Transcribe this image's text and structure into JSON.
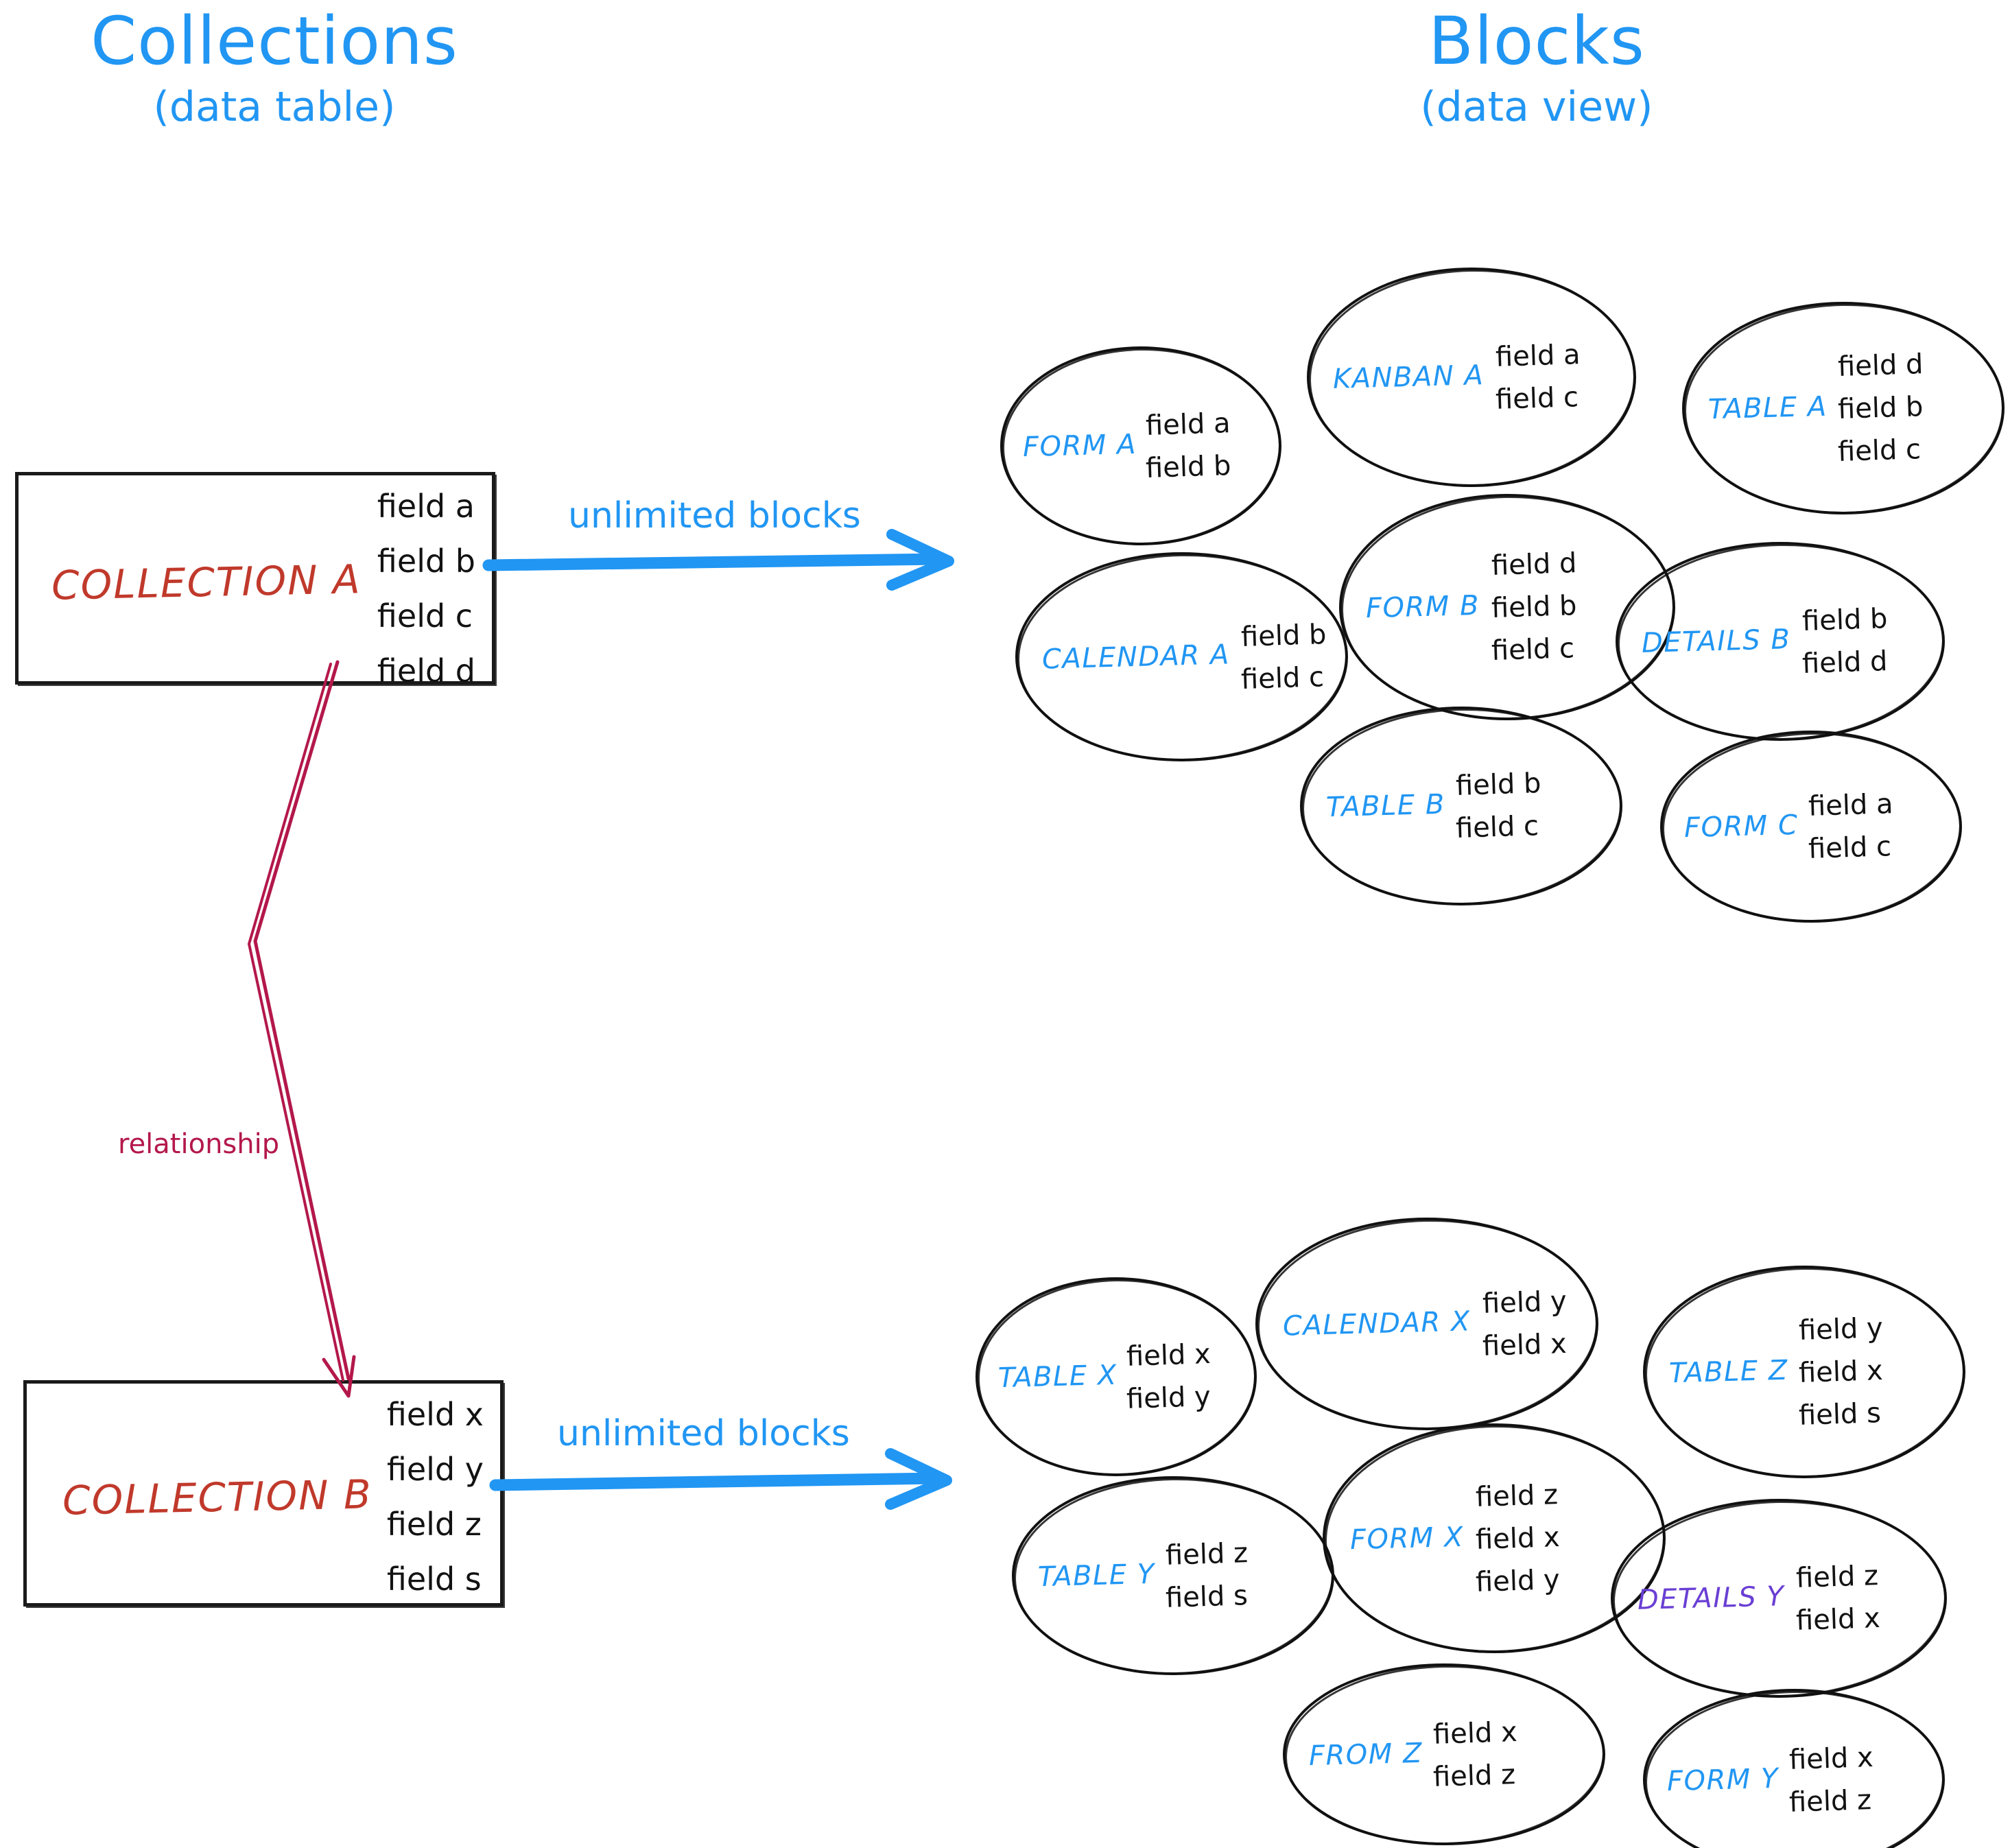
{
  "headers": {
    "left": {
      "title": "Collections",
      "subtitle": "(data table)"
    },
    "right": {
      "title": "Blocks",
      "subtitle": "(data view)"
    }
  },
  "colors": {
    "accent_blue": "#2196f3",
    "collection_red": "#c0392b",
    "relationship_crimson": "#b3184b",
    "details_purple": "#6a3fd4",
    "stroke_black": "#111111"
  },
  "collections": [
    {
      "name": "COLLECTION A",
      "fields": [
        "field a",
        "field b",
        "field c",
        "field d"
      ],
      "arrow_label": "unlimited blocks"
    },
    {
      "name": "COLLECTION B",
      "fields": [
        "field x",
        "field y",
        "field z",
        "field s"
      ],
      "arrow_label": "unlimited blocks"
    }
  ],
  "relationship": {
    "label": "relationship"
  },
  "blocks_top": [
    {
      "label": "FORM A",
      "color": "blue",
      "fields": [
        "field a",
        "field b"
      ]
    },
    {
      "label": "KANBAN A",
      "color": "blue",
      "fields": [
        "field a",
        "field c"
      ]
    },
    {
      "label": "TABLE A",
      "color": "blue",
      "fields": [
        "field d",
        "field b",
        "field c"
      ]
    },
    {
      "label": "CALENDAR A",
      "color": "blue",
      "fields": [
        "field b",
        "field c"
      ]
    },
    {
      "label": "FORM B",
      "color": "blue",
      "fields": [
        "field d",
        "field b",
        "field c"
      ]
    },
    {
      "label": "DETAILS B",
      "color": "blue",
      "fields": [
        "field b",
        "field d"
      ]
    },
    {
      "label": "TABLE B",
      "color": "blue",
      "fields": [
        "field b",
        "field c"
      ]
    },
    {
      "label": "FORM C",
      "color": "blue",
      "fields": [
        "field a",
        "field c"
      ]
    }
  ],
  "blocks_bottom": [
    {
      "label": "TABLE X",
      "color": "blue",
      "fields": [
        "field x",
        "field y"
      ]
    },
    {
      "label": "CALENDAR X",
      "color": "blue",
      "fields": [
        "field y",
        "field x"
      ]
    },
    {
      "label": "TABLE Z",
      "color": "blue",
      "fields": [
        "field y",
        "field x",
        "field s"
      ]
    },
    {
      "label": "TABLE Y",
      "color": "blue",
      "fields": [
        "field z",
        "field s"
      ]
    },
    {
      "label": "FORM X",
      "color": "blue",
      "fields": [
        "field z",
        "field x",
        "field y"
      ]
    },
    {
      "label": "DETAILS Y",
      "color": "purple",
      "fields": [
        "field z",
        "field x"
      ]
    },
    {
      "label": "FROM Z",
      "color": "blue",
      "fields": [
        "field x",
        "field z"
      ]
    },
    {
      "label": "FORM Y",
      "color": "blue",
      "fields": [
        "field x",
        "field z"
      ]
    }
  ]
}
